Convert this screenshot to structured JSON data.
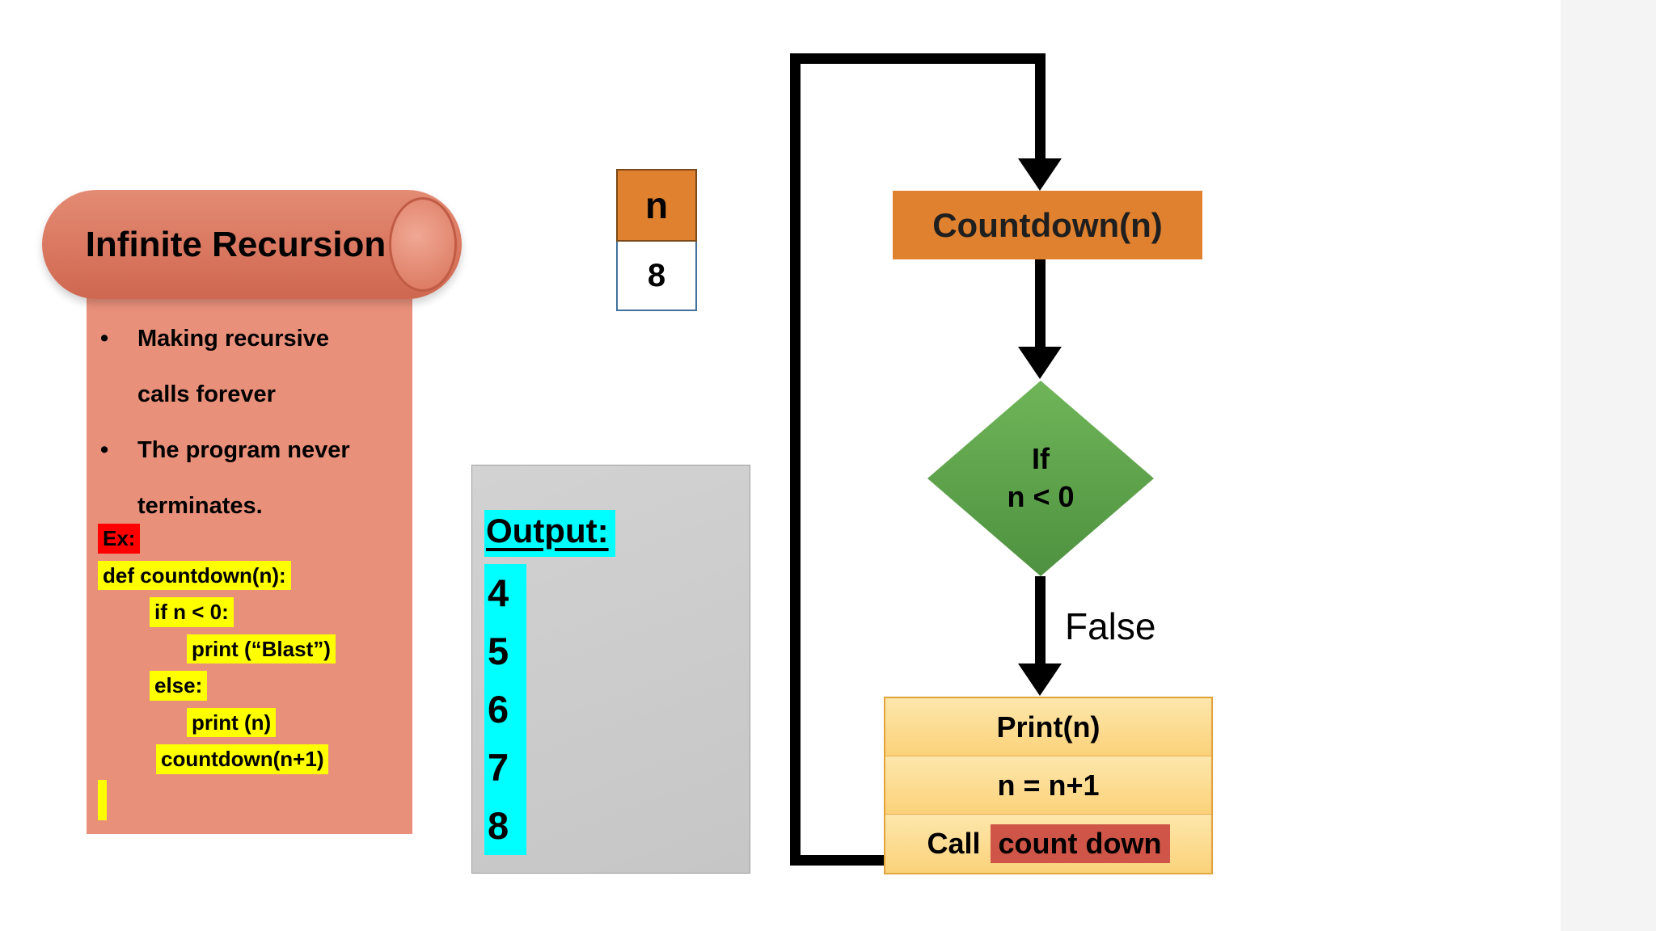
{
  "scroll": {
    "title": "Infinite Recursion",
    "bullet_char": "•",
    "bullets": [
      "Making recursive calls forever",
      "The program never terminates."
    ],
    "ex_label": "Ex:",
    "code": [
      "def countdown(n):",
      "if n < 0:",
      "print (“Blast”)",
      "else:",
      "print (n)",
      "countdown(n+1)"
    ]
  },
  "variable_table": {
    "header": "n",
    "value": "8"
  },
  "output": {
    "label": "Output:",
    "values": [
      "4",
      "5",
      "6",
      "7",
      "8"
    ]
  },
  "flowchart": {
    "start_label": "Countdown(n)",
    "decision": {
      "line1": "If",
      "line2": "n < 0"
    },
    "false_label": "False",
    "process": {
      "rows": [
        "Print(n)",
        "n = n+1"
      ],
      "call_prefix": "Call",
      "call_highlight": "count down"
    }
  },
  "colors": {
    "scroll_body": "#E9907B",
    "scroll_cylinder": "#D96F58",
    "orange_box": "#E0812F",
    "green_diamond": "#5CA149",
    "process_fill": "#FBD57F",
    "process_border": "#E2A23C",
    "call_highlight": "#CE5547",
    "cyan_highlight": "#00FFFF",
    "yellow_highlight": "#FFFF00",
    "red_highlight": "#FF0000",
    "arrow": "#000000",
    "table_value_border": "#41719C",
    "gray_panel": "#C9C9C9"
  }
}
